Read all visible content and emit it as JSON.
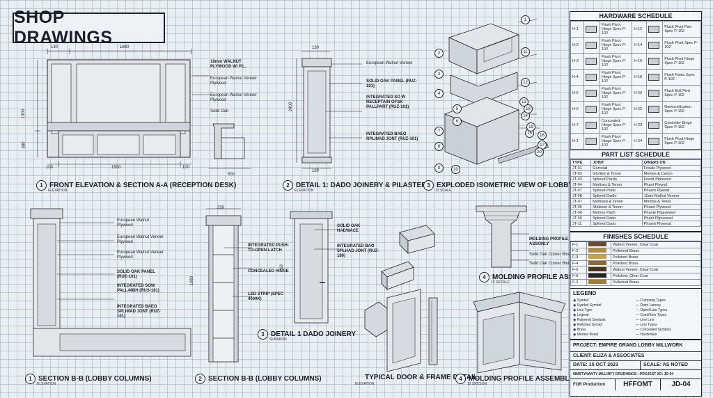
{
  "title": "SHOP DRAWINGS",
  "views": {
    "v1": {
      "num": "1",
      "title": "FRONT ELEVATION & SECTION A-A (RECEPTION DESK)",
      "sub": "ELEVATION",
      "dims": {
        "top1": "130",
        "top2": "1880",
        "bot1": "100",
        "bot2": "1500",
        "bot3": "100",
        "left1": "1300",
        "left2": "580",
        "sect": "500"
      },
      "notes": [
        "18mm WALNUT PLYWOOD W/ P.L.",
        "European Walnut Veneer Plywood",
        "European Walnut Veneer Plywood",
        "Solid Oak"
      ]
    },
    "v2": {
      "num": "2",
      "title": "DETAIL 1: DADO JOINERY & PILASTER",
      "sub": "ELEVATION",
      "dims": {
        "top": "130",
        "bot": "180",
        "side": "2400"
      },
      "notes": [
        "European Walnut Veneer",
        "SOLID OAK PANEL (RUZ-101)",
        "INTEGRATED SO W RECEPTAIN OFSK PALLPART (RUZ-101)",
        "INTEGRATED BAEO RPLINAD JONT (RUZ-101)"
      ]
    },
    "v3": {
      "num": "3",
      "title": "EXPLODED ISOMETRIC VIEW OF LOBBY MODULAR",
      "sub": "12 SCALE",
      "callouts": [
        "1",
        "2",
        "3",
        "4",
        "5",
        "6",
        "7",
        "8",
        "9",
        "10",
        "11",
        "12",
        "13",
        "14",
        "15",
        "16",
        "17",
        "18",
        "19",
        "20"
      ]
    },
    "v4": {
      "num": "1",
      "title": "SECTION B-B (LOBBY COLUMNS)",
      "sub": "ELSVATION",
      "notes": [
        "European Walnut Plywood",
        "European Walnut Veneer Plywood",
        "European Walnut Veneer Plywood",
        "SOLID OAK PANEL (RUE-101)",
        "INTEGRATED SOW PALL44BH (RUS-181)",
        "INTEGRATED BAEO SPLIMAD JONT (RUZ-101)"
      ]
    },
    "v5": {
      "num": "2",
      "title": "SECTION B-B (LOBBY COLUMNS)",
      "sub": "",
      "dims": {
        "top": "250",
        "side": "1080"
      },
      "notes": [
        "INTEGRATED PUSH-TO-OPEN LATCH",
        "CONCEALED HINGE",
        "LED STRIP (SPEC 4000K)"
      ]
    },
    "v6": {
      "num": "3",
      "title": "DETAIL 1 DADO JOINERY",
      "sub": "SUBARON",
      "dims": {
        "side": "18"
      },
      "notes": [
        "SOLID OAK HADWACE",
        "INTEGRATED BAO SPLHAD JONT (RUZ-180)"
      ]
    },
    "v7": {
      "title": "TYPICAL DOOR & FRAME DETAIL",
      "sub": "ELEVATION"
    },
    "v8": {
      "num": "4",
      "title": "MOLDING PROFILE ASSEMBLY",
      "sub": "12 SECALE",
      "notes": [
        "MOLDING PROFILE ASSONLY",
        "Solid Oak Comer Block",
        "Solid Oak Comer Bloth"
      ]
    },
    "v9": {
      "num": "4",
      "title": "MOLDING PROFILE ASSEMBLY",
      "sub": "12 SECSON"
    }
  },
  "hardware": {
    "title": "HARDWARE SCHEDULE",
    "rows": [
      {
        "a": "H-1",
        "ad": "Flush Pivot Hinge Spec P-102",
        "b": "H-12",
        "bd": "Flush Pivot Part Spec P-102"
      },
      {
        "a": "H-2",
        "ad": "Flush Pivot Hinge Spec P-102",
        "b": "H-14",
        "bd": "Flush Pivet Spec P-102"
      },
      {
        "a": "H-3",
        "ad": "Flush Pivot Hinge Spec P-102",
        "b": "H-16",
        "bd": "Flush Pivot Hinge Spec P-102"
      },
      {
        "a": "H-4",
        "ad": "Flush Pivot Hinge Spec P-102",
        "b": "H-18",
        "bd": "Flush Fixiec Spec P-102"
      },
      {
        "a": "H-5",
        "ad": "Flush Pivot Hinge Spec P-102",
        "b": "H-20",
        "bd": "Flush Bolt Pivrt Spec P-102"
      },
      {
        "a": "H-6",
        "ad": "Flush Pivot Hinge Spec P-102",
        "b": "H-22",
        "bd": "Nentocsification Spec P-102"
      },
      {
        "a": "H-7",
        "ad": "Concealed Hinge Spec P-102",
        "b": "H-23",
        "bd": "Condulter Binge Spec P-102"
      },
      {
        "a": "H-1",
        "ad": "Flush Pivot Hinge Spec P-102",
        "b": "H-24",
        "bd": "Flush Pivot Hinge Spec P-102"
      }
    ]
  },
  "partlist": {
    "title": "PART LIST SCHEDULE",
    "headers": [
      "TYPE",
      "JOINT",
      "QINERS ON"
    ],
    "rows": [
      [
        "JT-01",
        "Gorretail",
        "Frisals Plywood"
      ],
      [
        "JT-02",
        "Glortise & Tenon",
        "Mortise & Canon"
      ],
      [
        "JT-03",
        "Splined Pardo",
        "Friesit Plposscn"
      ],
      [
        "JT-04",
        "Morlises & Tenon",
        "Phant Plywod"
      ],
      [
        "JT-07",
        "Splined Podo",
        "Phsant Plywod"
      ],
      [
        "JT-08",
        "Splined Dadlo",
        "10am Malhut Veneer"
      ],
      [
        "JT-07",
        "Mortlises & Tenon",
        "Mortise & Tenon"
      ],
      [
        "JT-06",
        "Sttolisen & Tenon",
        "Phrant Plywood"
      ],
      [
        "JT-09",
        "Mortise Paoh",
        "Phante Plgssewed"
      ],
      [
        "JT-00",
        "Splined Dado",
        "Phant Plgsseesd"
      ],
      [
        "JT-11",
        "Splined Dado",
        "Phsant Plywosd"
      ]
    ]
  },
  "finishes": {
    "title": "FINISHES SCHEDULE",
    "rows": [
      {
        "code": "F-1",
        "desc": "Walnut Veneer, Clear Coat",
        "color": "#6b4a30"
      },
      {
        "code": "F-2",
        "desc": "Pellished Brass",
        "color": "#b58a3a"
      },
      {
        "code": "F-3",
        "desc": "Pollshed Brass",
        "color": "#c9a24e"
      },
      {
        "code": "F-4",
        "desc": "Pollshed Brass",
        "color": "#8f6a2e"
      },
      {
        "code": "F-5",
        "desc": "Walnut Veneer, Clear Coat",
        "color": "#4b3322"
      },
      {
        "code": "F-6",
        "desc": "Polished, Clear Coat",
        "color": "#2a211b"
      },
      {
        "code": "F-2",
        "desc": "Pellished Brass",
        "color": "#a27b36"
      }
    ]
  },
  "legend": {
    "title": "LEGEND",
    "left": [
      "Symbol",
      "Symbol Symbol",
      "Line Type",
      "Legend",
      "Relpered Symbols",
      "Relished Symtol",
      "Brass",
      "Mortise Betail"
    ],
    "right": [
      "Compang Types",
      "Dpml Lamery",
      "Oiped Line Types",
      "Coml/Kine Types",
      "Line Line",
      "Line Types",
      "Concealed Symbols",
      "Hardxnkes"
    ]
  },
  "titleblock": {
    "project": "PROJECT: EMPIRE GRAND LOBBY MILLWORK",
    "client": "CLIENT: ELIZA & ASSOCIATES",
    "date": "DATE: 15 OCT 2023",
    "scale": "SCALE: AS NOTED",
    "ref": "MMSTYNANTY MILLIRFY DRUDHINCS—PROJEST XD: JD-04",
    "status": "FOR Production",
    "code": "HFFOMT",
    "sheet": "JD-04"
  }
}
